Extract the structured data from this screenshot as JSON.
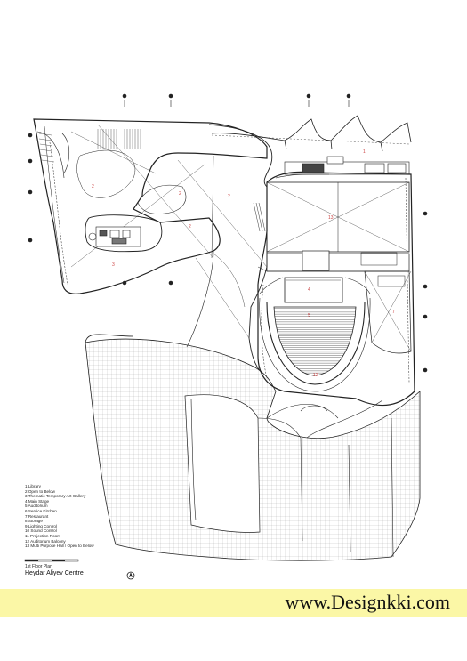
{
  "legend": [
    "1 Library",
    "2 Open to Below",
    "3 Thematic Temporary Art Gallery",
    "4 Main Stage",
    "5 Auditorium",
    "6 Service Kitchen",
    "7 Restaurant",
    "8 Storage",
    "9 Lighting Control",
    "10 Sound Control",
    "11 Projection Room",
    "12 Auditorium Balcony",
    "13 Multi Purpose Hall / Open to Below"
  ],
  "plan_caption": "1st Floor Plan",
  "plan_title": "Heydar Aliyev Centre",
  "watermark": "www.Designkki.com",
  "room_labels": [
    {
      "id": "room-1-library",
      "label": "1"
    },
    {
      "id": "room-2-open-west",
      "label": "2"
    },
    {
      "id": "room-2-open-center",
      "label": "2"
    },
    {
      "id": "room-2-open-mid",
      "label": "2"
    },
    {
      "id": "room-2-open-east",
      "label": "2"
    },
    {
      "id": "room-3-gallery",
      "label": "3"
    },
    {
      "id": "room-4-stage",
      "label": "4"
    },
    {
      "id": "room-5-auditorium",
      "label": "5"
    },
    {
      "id": "room-7-restaurant",
      "label": "7"
    },
    {
      "id": "room-12-balcony",
      "label": "12"
    },
    {
      "id": "room-13-hall",
      "label": "13"
    }
  ],
  "colors": {
    "line": "#222222",
    "grid": "#9a9a9a",
    "room_number": "#cc4444",
    "banner": "#fbf7a6"
  }
}
